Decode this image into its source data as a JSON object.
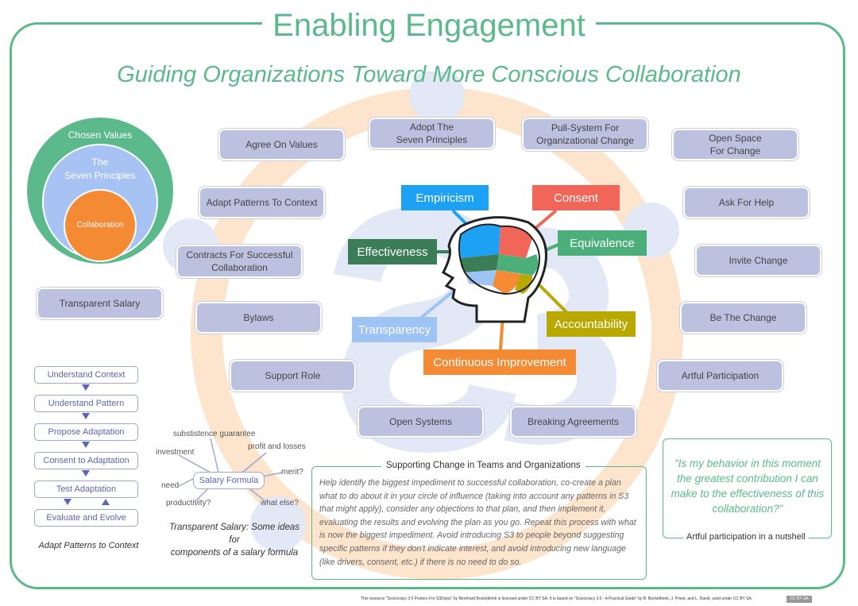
{
  "title": "Enabling Engagement",
  "subtitle": "Guiding Organizations Toward More Conscious Collaboration",
  "circles": {
    "outer": "Chosen Values",
    "middle": "The\nSeven Principles",
    "inner": "Collaboration"
  },
  "patterns": {
    "agree_on_values": "Agree On Values",
    "adopt_principles": "Adopt The\nSeven Principles",
    "pull_system": "Pull-System For\nOrganizational Change",
    "open_space": "Open Space\nFor Change",
    "adapt_patterns": "Adapt Patterns To Context",
    "ask_for_help": "Ask For Help",
    "contracts": "Contracts For Successful\nCollaboration",
    "invite_change": "Invite Change",
    "transparent_salary": "Transparent Salary",
    "bylaws": "Bylaws",
    "be_the_change": "Be The Change",
    "support_role": "Support Role",
    "artful_participation": "Artful Participation",
    "open_systems": "Open Systems",
    "breaking_agreements": "Breaking Agreements"
  },
  "principles": {
    "empiricism": "Empiricism",
    "consent": "Consent",
    "effectiveness": "Effectiveness",
    "equivalence": "Equivalence",
    "transparency": "Transparency",
    "accountability": "Accountability",
    "continuous_improvement": "Continuous Improvement"
  },
  "colors": {
    "green": "#5bb98c",
    "pill": "#bcc1df",
    "empiricism": "#1da1f2",
    "consent": "#f2665a",
    "effectiveness": "#3a7d57",
    "equivalence": "#4caf7a",
    "transparency": "#9ec3f5",
    "accountability": "#b8a800",
    "continuous_improvement": "#f48a34"
  },
  "flow": {
    "steps": [
      "Understand Context",
      "Understand Pattern",
      "Propose Adaptation",
      "Consent to Adaptation",
      "Test Adaptation",
      "Evaluate and Evolve"
    ],
    "caption": "Adapt Patterns to Context"
  },
  "salary": {
    "center": "Salary Formula",
    "words": {
      "subsistence": "substistence guarantee",
      "investment": "investment",
      "profit": "profit and losses",
      "merit": "merit?",
      "need": "need",
      "productivity": "productivity?",
      "what_else": "what else?"
    },
    "caption": "Transparent Salary: Some ideas for\ncomponents of a salary formula"
  },
  "supporting": {
    "heading": "Supporting Change in Teams and Organizations",
    "body": "Help identify the biggest impediment to successful collaboration, co-create a plan what to do about it in your circle of influence (taking into account any patterns in S3 that might apply), consider any objections to that plan, and then implement it, evaluating the results and evolving the plan as you go. Repeat this process with what is now the biggest impediment. Avoid introducing S3 to people beyond suggesting specific patterns if they don't indicate interest, and avoid introducing new language (like drivers, consent, etc.) if there is no need to do so."
  },
  "quote": {
    "text": "\"Is my behavior in this moment the greatest contribution I can make to the effectiveness of this collaboration?\"",
    "caption": "Artful participation in a nutshell"
  },
  "footer": "This resource \"Sociocracy 3.0 Posters For S3Dojos\" by Bernhard Bockelbrink is licensed under CC BY SA.  It is based on \"Sociocracy 3.0 - A Practical Guide\" by B. Bockelbrink, J. Priest, and L. David, used under CC BY SA.",
  "license_badge": "CC BY SA"
}
